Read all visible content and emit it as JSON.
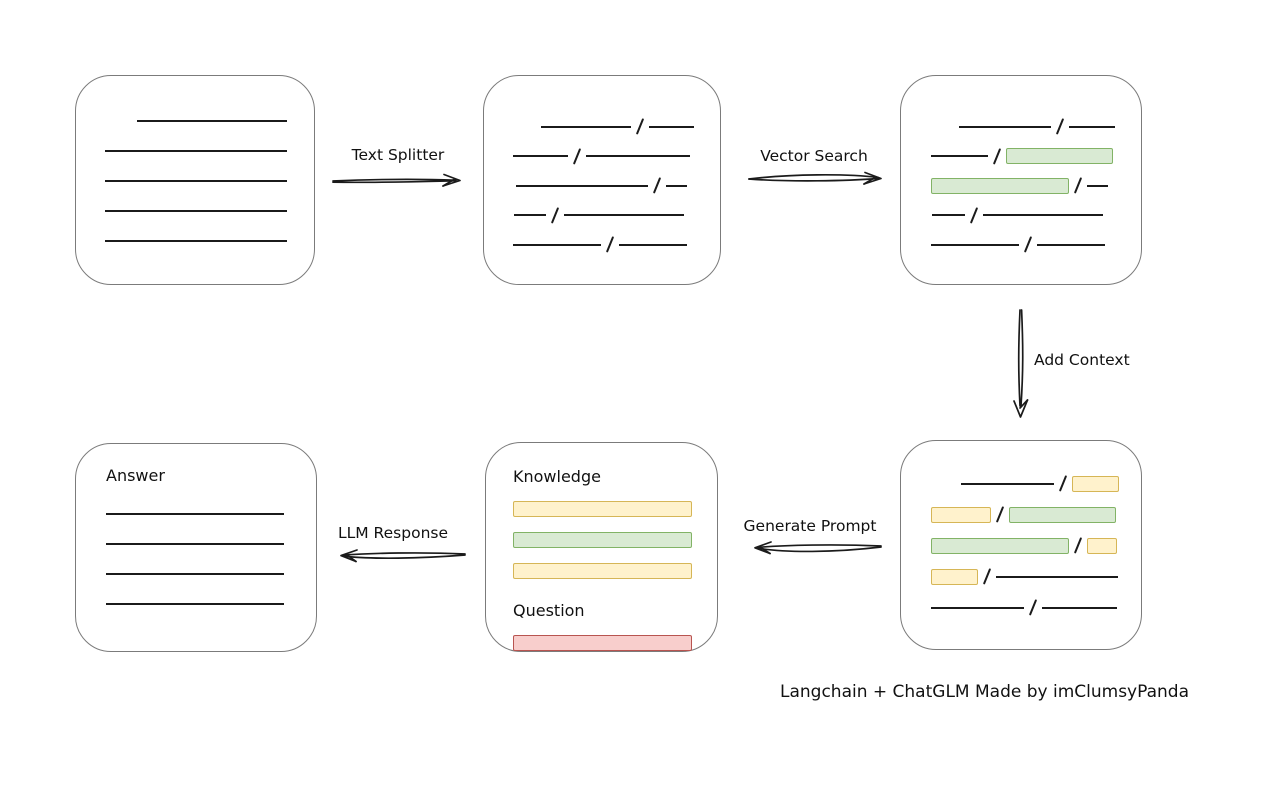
{
  "caption": "Langchain + ChatGLM Made by imClumsyPanda",
  "colors": {
    "green_fill": "#d9ead3",
    "green_border": "#82b366",
    "yellow_fill": "#fff2cc",
    "yellow_border": "#d6b656",
    "red_fill": "#f8cecc",
    "red_border": "#b85450",
    "line": "#1b1b1b",
    "box_border": "#7b7b7b"
  },
  "arrows": {
    "text_splitter": {
      "label": "Text Splitter",
      "direction": "right"
    },
    "vector_search": {
      "label": "Vector Search",
      "direction": "right"
    },
    "add_context": {
      "label": "Add Context",
      "direction": "down"
    },
    "generate_prompt": {
      "label": "Generate Prompt",
      "direction": "left"
    },
    "llm_response": {
      "label": "LLM Response",
      "direction": "left"
    }
  },
  "boxes": {
    "source_document": {
      "rows": [
        {
          "indent": 32,
          "segs": [
            [
              "line",
              150
            ]
          ]
        },
        {
          "indent": 0,
          "segs": [
            [
              "line",
              182
            ]
          ]
        },
        {
          "indent": 0,
          "segs": [
            [
              "line",
              182
            ]
          ]
        },
        {
          "indent": 0,
          "segs": [
            [
              "line",
              182
            ]
          ]
        },
        {
          "indent": 0,
          "segs": [
            [
              "line",
              182
            ]
          ]
        }
      ]
    },
    "split_text": {
      "rows": [
        {
          "indent": 28,
          "segs": [
            [
              "line",
              90
            ],
            [
              "line",
              45
            ]
          ]
        },
        {
          "indent": 0,
          "segs": [
            [
              "line",
              55
            ],
            [
              "line",
              104
            ]
          ]
        },
        {
          "indent": 3,
          "segs": [
            [
              "line",
              132
            ],
            [
              "line",
              21
            ]
          ]
        },
        {
          "indent": 1,
          "segs": [
            [
              "line",
              32
            ],
            [
              "line",
              120
            ]
          ]
        },
        {
          "indent": 0,
          "segs": [
            [
              "line",
              88
            ],
            [
              "line",
              68
            ]
          ]
        }
      ]
    },
    "vector_matches": {
      "rows": [
        {
          "indent": 28,
          "segs": [
            [
              "line",
              92
            ],
            [
              "line",
              46
            ]
          ]
        },
        {
          "indent": 0,
          "segs": [
            [
              "line",
              57
            ],
            [
              "green",
              107
            ]
          ]
        },
        {
          "indent": 0,
          "segs": [
            [
              "green",
              138
            ],
            [
              "line",
              21
            ]
          ]
        },
        {
          "indent": 1,
          "segs": [
            [
              "line",
              33
            ],
            [
              "line",
              120
            ]
          ]
        },
        {
          "indent": 0,
          "segs": [
            [
              "line",
              88
            ],
            [
              "line",
              68
            ]
          ]
        }
      ]
    },
    "context_added": {
      "rows": [
        {
          "indent": 30,
          "segs": [
            [
              "line",
              93
            ],
            [
              "yellow",
              47
            ]
          ]
        },
        {
          "indent": 0,
          "segs": [
            [
              "yellow",
              60
            ],
            [
              "green",
              107
            ]
          ]
        },
        {
          "indent": 0,
          "segs": [
            [
              "green",
              138
            ],
            [
              "yellow",
              30
            ]
          ]
        },
        {
          "indent": 0,
          "segs": [
            [
              "yellow",
              47
            ],
            [
              "line",
              122
            ]
          ]
        },
        {
          "indent": 0,
          "segs": [
            [
              "line",
              93
            ],
            [
              "line",
              75
            ]
          ]
        }
      ]
    },
    "prompt": {
      "knowledge_label": "Knowledge",
      "question_label": "Question",
      "knowledge_bars": [
        "yellow",
        "green",
        "yellow"
      ],
      "question_bars": [
        "red"
      ]
    },
    "answer": {
      "label": "Answer",
      "line_count": 4
    }
  }
}
